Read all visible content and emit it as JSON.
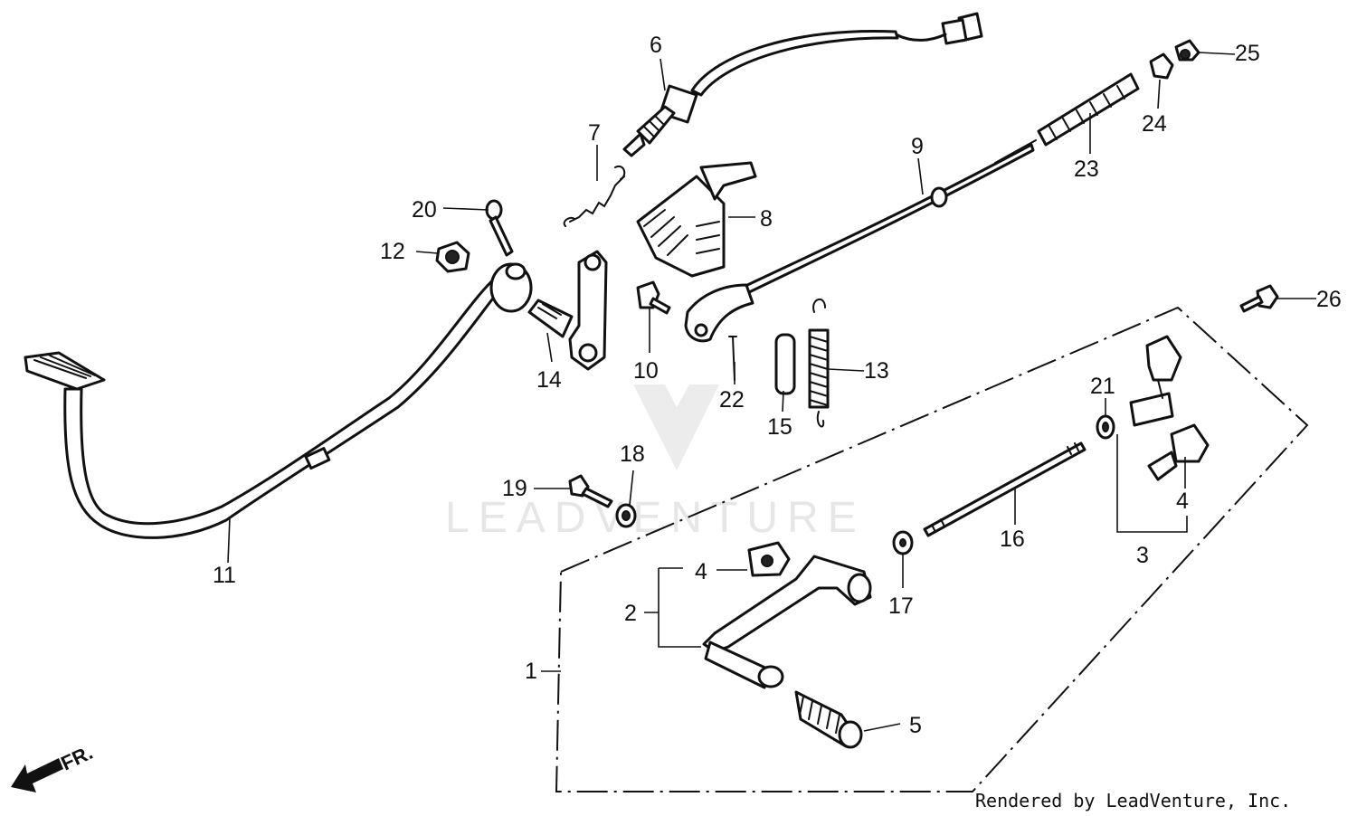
{
  "watermark": {
    "text": "LEADVENTURE"
  },
  "footer": {
    "text": "Rendered by LeadVenture, Inc."
  },
  "direction": {
    "label": "FR."
  },
  "callouts": {
    "c1": "1",
    "c2": "2",
    "c3": "3",
    "c4a": "4",
    "c4b": "4",
    "c5": "5",
    "c6": "6",
    "c7": "7",
    "c8": "8",
    "c9": "9",
    "c10": "10",
    "c11": "11",
    "c12": "12",
    "c13": "13",
    "c14": "14",
    "c15": "15",
    "c16": "16",
    "c17": "17",
    "c18": "18",
    "c19": "19",
    "c20": "20",
    "c21": "21",
    "c22": "22",
    "c23": "23",
    "c24": "24",
    "c25": "25",
    "c26": "26"
  }
}
